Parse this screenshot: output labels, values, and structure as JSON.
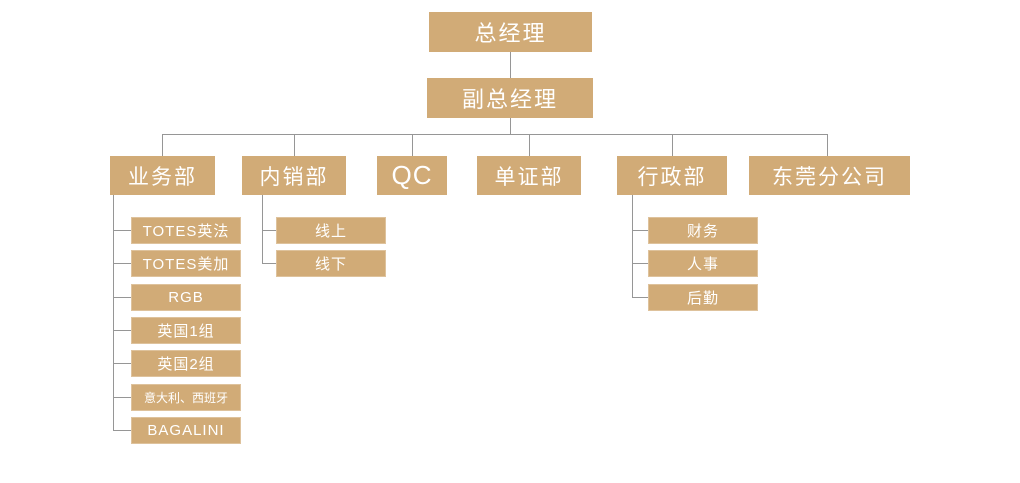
{
  "colors": {
    "node_fill": "#d1ab77",
    "node_text": "#ffffff",
    "connector": "#969696",
    "page_background": "#ffffff"
  },
  "org": {
    "root": "总经理",
    "deputy": "副总经理",
    "departments": [
      {
        "label": "业务部",
        "children": [
          "TOTES英法",
          "TOTES美加",
          "RGB",
          "英国1组",
          "英国2组",
          "意大利、西班牙",
          "BAGALINI"
        ]
      },
      {
        "label": "内销部",
        "children": [
          "线上",
          "线下"
        ]
      },
      {
        "label": "QC",
        "children": []
      },
      {
        "label": "单证部",
        "children": []
      },
      {
        "label": "行政部",
        "children": [
          "财务",
          "人事",
          "后勤"
        ]
      },
      {
        "label": "东莞分公司",
        "children": []
      }
    ]
  }
}
